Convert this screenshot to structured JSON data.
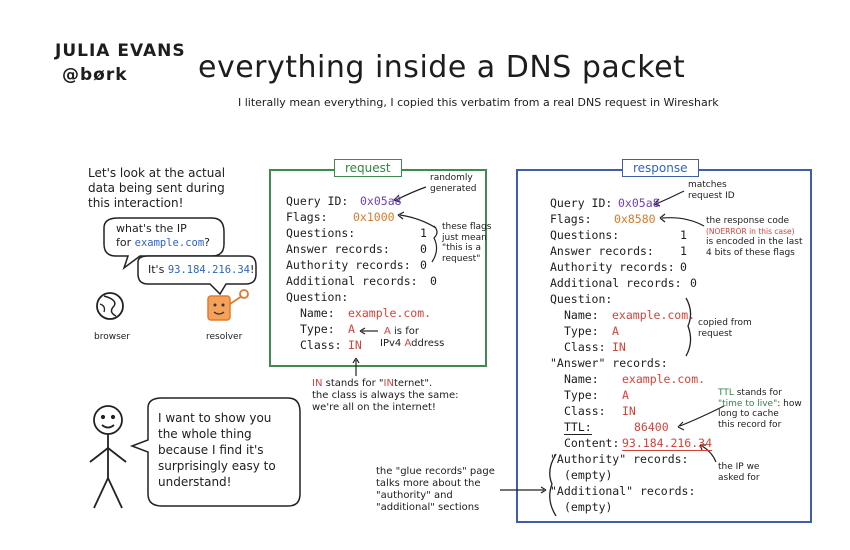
{
  "header": {
    "author_name": "JULIA EVANS",
    "author_handle": "@børk",
    "title": "everything inside a DNS packet",
    "subtitle": "I literally mean everything, I copied this verbatim from a real DNS request in Wireshark"
  },
  "intro": {
    "lines": [
      "Let's look at the actual",
      "data being sent during",
      "this interaction!"
    ],
    "bubble_question_prefix": "what's the IP",
    "bubble_question_for": "for",
    "bubble_question_domain": "example.com",
    "bubble_question_mark": "?",
    "bubble_answer_prefix": "It's",
    "bubble_answer_ip": "93.184.216.34",
    "bubble_answer_suffix": "!",
    "browser_label": "browser",
    "resolver_label": "resolver"
  },
  "request": {
    "label": "request",
    "query_id_label": "Query ID:",
    "query_id_value": "0x05a8",
    "flags_label": "Flags:",
    "flags_value": "0x1000",
    "questions_label": "Questions:",
    "questions_value": "1",
    "answer_records_label": "Answer records:",
    "answer_records_value": "0",
    "authority_records_label": "Authority records:",
    "authority_records_value": "0",
    "additional_records_label": "Additional records:",
    "additional_records_value": "0",
    "question_label": "Question:",
    "name_label": "Name:",
    "name_value": "example.com.",
    "type_label": "Type:",
    "type_value": "A",
    "class_label": "Class:",
    "class_value": "IN",
    "note_random": [
      "randomly",
      "generated"
    ],
    "note_flags": [
      "these flags",
      "just mean",
      "\"this is a",
      "request\""
    ],
    "note_a_prefix": "A",
    "note_a_rest": "is for",
    "note_ipv4_prefix": "IPv4",
    "note_ipv4_a": "A",
    "note_ipv4_rest": "ddress",
    "note_in_prefix": "IN",
    "note_in_text": "stands for \"",
    "note_in_i": "IN",
    "note_in_end": "ternet\".",
    "note_in_line2": "the class is always the same:",
    "note_in_line3": "we're all on the internet!"
  },
  "response": {
    "label": "response",
    "query_id_label": "Query ID:",
    "query_id_value": "0x05a8",
    "flags_label": "Flags:",
    "flags_value": "0x8580",
    "questions_label": "Questions:",
    "questions_value": "1",
    "answer_records_label": "Answer records:",
    "answer_records_value": "1",
    "authority_records_label": "Authority records:",
    "authority_records_value": "0",
    "additional_records_label": "Additional records:",
    "additional_records_value": "0",
    "question_label": "Question:",
    "name_label": "Name:",
    "name_value": "example.com.",
    "type_label": "Type:",
    "type_value": "A",
    "class_label": "Class:",
    "class_value": "IN",
    "answer_section_label": "\"Answer\" records:",
    "ans_name_label": "Name:",
    "ans_name_value": "example.com.",
    "ans_type_label": "Type:",
    "ans_type_value": "A",
    "ans_class_label": "Class:",
    "ans_class_value": "IN",
    "ttl_label": "TTL:",
    "ttl_value": "86400",
    "content_label": "Content:",
    "content_value": "93.184.216.34",
    "authority_section_label": "\"Authority\" records:",
    "authority_empty": "(empty)",
    "additional_section_label": "\"Additional\" records:",
    "additional_empty": "(empty)",
    "note_matches": [
      "matches",
      "request ID"
    ],
    "note_code": [
      "the response code",
      "is encoded in the last",
      "4 bits of these flags"
    ],
    "note_code_paren": "(NOERROR in this case)",
    "note_copied": [
      "copied from",
      "request"
    ],
    "note_ttl_a": "TTL",
    "note_ttl_b": "stands for",
    "note_ttl_c": "\"time to live\"",
    "note_ttl_d": ": how",
    "note_ttl_lines": [
      "long to cache",
      "this record for"
    ],
    "note_ip": [
      "the IP we",
      "asked for"
    ],
    "note_glue": [
      "the \"glue records\" page",
      "talks more about the",
      "\"authority\" and",
      "\"additional\" sections"
    ]
  },
  "stick_bubble": [
    "I want to show you",
    "the whole thing",
    "because I find it's",
    "surprisingly easy to",
    "understand!"
  ],
  "colors": {
    "request_box": "#3f8a4c",
    "response_box": "#3d5fa8",
    "hex_purple": "#6d3fb5",
    "value_red": "#d4433b",
    "flags_orange": "#d97a2b",
    "link_blue": "#2f64c5",
    "resolver_orange": "#e07a2f"
  }
}
